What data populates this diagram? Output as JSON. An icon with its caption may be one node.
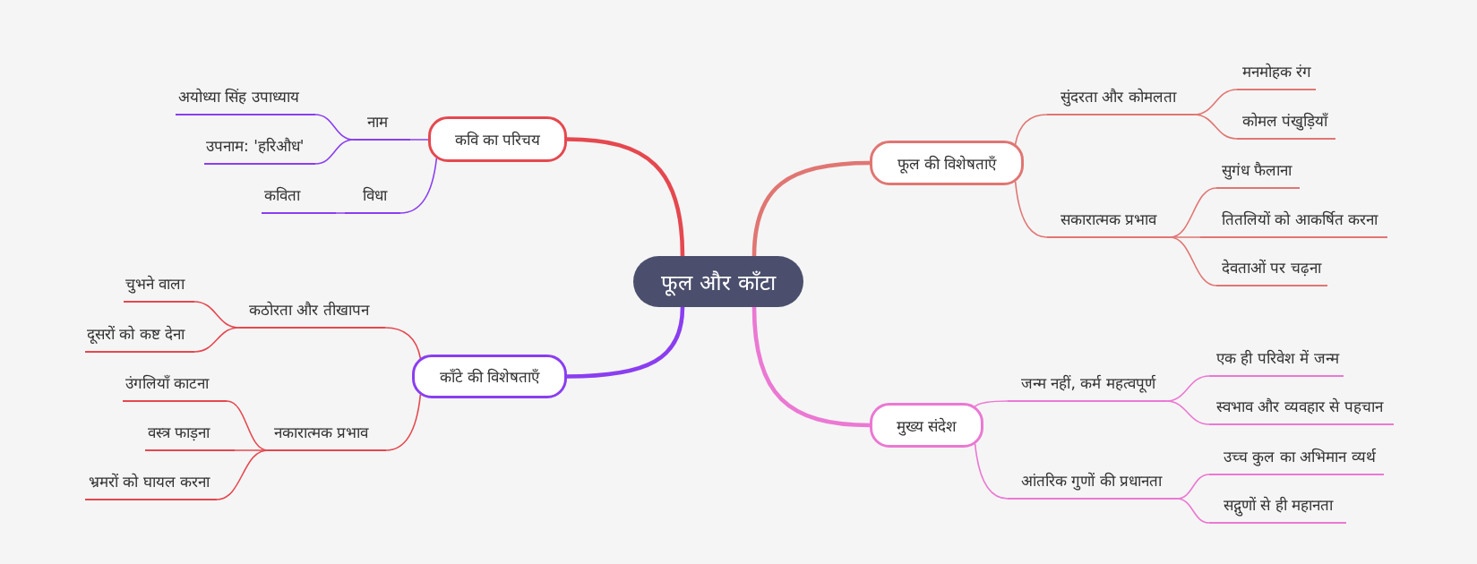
{
  "diagram": {
    "nodes": [
      {
        "text": [
          "फूल और काँटा"
        ]
      },
      {
        "text": [
          "कवि का परिचय"
        ]
      },
      {
        "text": [
          "नाम"
        ]
      },
      {
        "text": [
          "अयोध्या सिंह उपाध्याय"
        ]
      },
      {
        "text": [
          "उपनाम: 'हरिऔध'"
        ]
      },
      {
        "text": [
          "विधा"
        ]
      },
      {
        "text": [
          "कविता"
        ]
      },
      {
        "text": [
          "फूल की विशेषताएँ"
        ]
      },
      {
        "text": [
          "सुंदरता और कोमलता"
        ]
      },
      {
        "text": [
          "मनमोहक रंग"
        ]
      },
      {
        "text": [
          "कोमल पंखुड़ियाँ"
        ]
      },
      {
        "text": [
          "सकारात्मक प्रभाव"
        ]
      },
      {
        "text": [
          "सुगंध फैलाना"
        ]
      },
      {
        "text": [
          "तितलियों को आकर्षित करना"
        ]
      },
      {
        "text": [
          "देवताओं पर चढ़ना"
        ]
      },
      {
        "text": [
          "काँटे की विशेषताएँ"
        ]
      },
      {
        "text": [
          "कठोरता और तीखापन"
        ]
      },
      {
        "text": [
          "चुभने वाला"
        ]
      },
      {
        "text": [
          "दूसरों को कष्ट देना"
        ]
      },
      {
        "text": [
          "नकारात्मक प्रभाव"
        ]
      },
      {
        "text": [
          "उंगलियाँ काटना"
        ]
      },
      {
        "text": [
          "वस्त्र फाड़ना"
        ]
      },
      {
        "text": [
          "भ्रमरों को घायल करना"
        ]
      },
      {
        "text": [
          "मुख्य संदेश"
        ]
      },
      {
        "text": [
          "जन्म नहीं, कर्म महत्वपूर्ण"
        ]
      },
      {
        "text": [
          "एक ही परिवेश में जन्म"
        ]
      },
      {
        "text": [
          "स्वभाव और व्यवहार से पहचान"
        ]
      },
      {
        "text": [
          "आंतरिक गुणों की प्रधानता"
        ]
      },
      {
        "text": [
          "उच्च कुल का अभिमान व्यर्थ"
        ]
      },
      {
        "text": [
          "सद्गुणों से ही महानता"
        ]
      }
    ],
    "edges": [
      {
        "from": 0,
        "to": 1,
        "arrow": "none",
        "style": "thick",
        "color": "#e5484f"
      },
      {
        "from": 1,
        "to": 2,
        "arrow": "none",
        "color": "#8a3ef0"
      },
      {
        "from": 2,
        "to": 3,
        "arrow": "none",
        "color": "#8a3ef0"
      },
      {
        "from": 2,
        "to": 4,
        "arrow": "none",
        "color": "#8a3ef0"
      },
      {
        "from": 1,
        "to": 5,
        "arrow": "none",
        "color": "#8a3ef0"
      },
      {
        "from": 5,
        "to": 6,
        "arrow": "none",
        "color": "#8a3ef0"
      },
      {
        "from": 0,
        "to": 7,
        "arrow": "none",
        "style": "thick",
        "color": "#e07673"
      },
      {
        "from": 7,
        "to": 8,
        "arrow": "none",
        "color": "#e07673"
      },
      {
        "from": 8,
        "to": 9,
        "arrow": "none",
        "color": "#e07673"
      },
      {
        "from": 8,
        "to": 10,
        "arrow": "none",
        "color": "#e07673"
      },
      {
        "from": 7,
        "to": 11,
        "arrow": "none",
        "color": "#e07673"
      },
      {
        "from": 11,
        "to": 12,
        "arrow": "none",
        "color": "#e07673"
      },
      {
        "from": 11,
        "to": 13,
        "arrow": "none",
        "color": "#e07673"
      },
      {
        "from": 11,
        "to": 14,
        "arrow": "none",
        "color": "#e07673"
      },
      {
        "from": 0,
        "to": 15,
        "arrow": "none",
        "style": "thick",
        "color": "#8a3ef0"
      },
      {
        "from": 15,
        "to": 16,
        "arrow": "none",
        "color": "#e5484f"
      },
      {
        "from": 16,
        "to": 17,
        "arrow": "none",
        "color": "#e5484f"
      },
      {
        "from": 16,
        "to": 18,
        "arrow": "none",
        "color": "#e5484f"
      },
      {
        "from": 15,
        "to": 19,
        "arrow": "none",
        "color": "#e5484f"
      },
      {
        "from": 19,
        "to": 20,
        "arrow": "none",
        "color": "#e5484f"
      },
      {
        "from": 19,
        "to": 21,
        "arrow": "none",
        "color": "#e5484f"
      },
      {
        "from": 19,
        "to": 22,
        "arrow": "none",
        "color": "#e5484f"
      },
      {
        "from": 0,
        "to": 23,
        "arrow": "none",
        "style": "thick",
        "color": "#eb78d3"
      },
      {
        "from": 23,
        "to": 24,
        "arrow": "none",
        "color": "#eb78d3"
      },
      {
        "from": 24,
        "to": 25,
        "arrow": "none",
        "color": "#eb78d3"
      },
      {
        "from": 24,
        "to": 26,
        "arrow": "none",
        "color": "#eb78d3"
      },
      {
        "from": 23,
        "to": 27,
        "arrow": "none",
        "color": "#eb78d3"
      },
      {
        "from": 27,
        "to": 28,
        "arrow": "none",
        "color": "#eb78d3"
      },
      {
        "from": 27,
        "to": 29,
        "arrow": "none",
        "color": "#eb78d3"
      }
    ]
  }
}
